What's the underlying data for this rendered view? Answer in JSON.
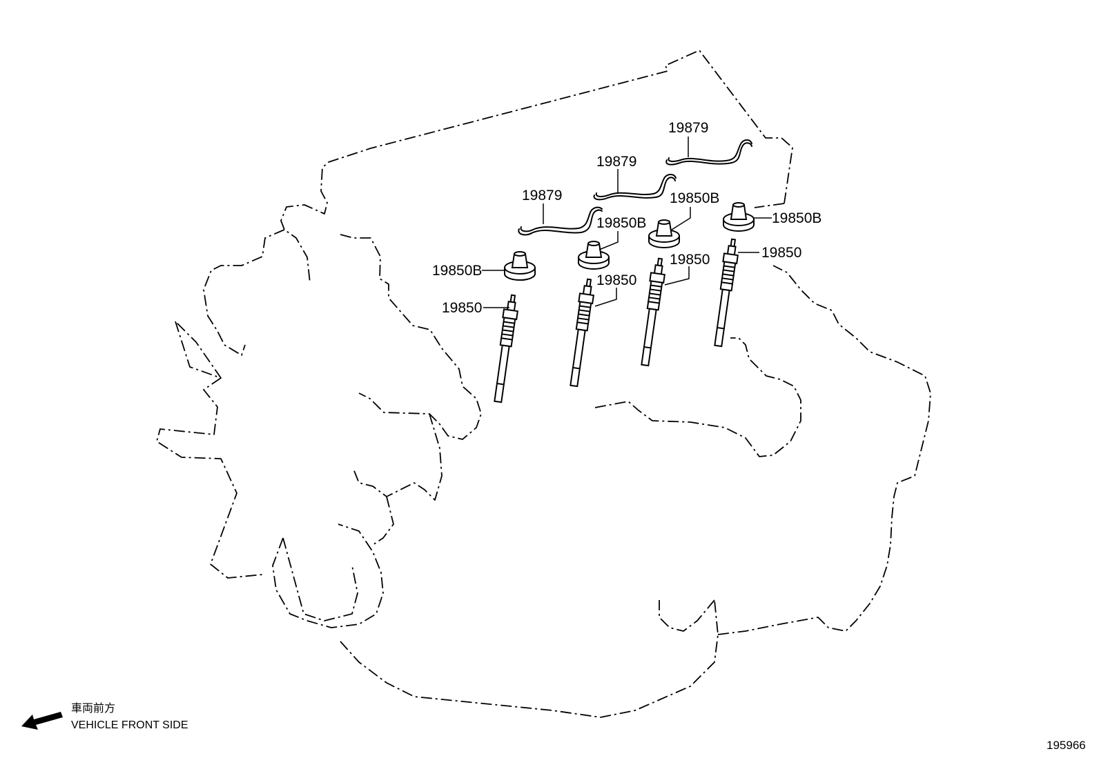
{
  "callouts": {
    "wire_1": "19879",
    "wire_2": "19879",
    "wire_3": "19879",
    "insulator_1": "19850B",
    "insulator_2": "19850B",
    "insulator_3": "19850B",
    "insulator_4": "19850B",
    "plug_1": "19850",
    "plug_2": "19850",
    "plug_3": "19850",
    "plug_4": "19850"
  },
  "front_indicator": {
    "label_jp": "車両前方",
    "label_en": "VEHICLE FRONT SIDE",
    "arrow_icon": "arrow-left-down-icon"
  },
  "figure_number": "195966"
}
